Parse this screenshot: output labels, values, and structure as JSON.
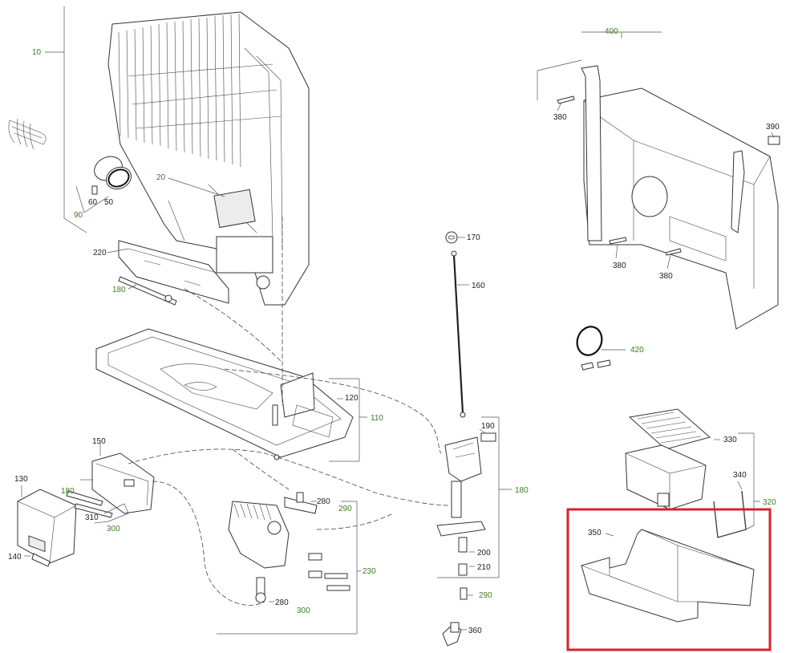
{
  "colors": {
    "dark_label": "#222222",
    "green_label": "#3e7d23",
    "highlight": "#d9232d"
  },
  "labels": {
    "l10": "10",
    "l20": "20",
    "l50": "50",
    "l60": "60",
    "l90": "90",
    "l110": "110",
    "l120": "120",
    "l130": "130",
    "l140": "140",
    "l150": "150",
    "l160": "160",
    "l170": "170",
    "l180a": "180",
    "l180b": "180",
    "l180c": "180",
    "l190": "190",
    "l200": "200",
    "l210": "210",
    "l220": "220",
    "l230": "230",
    "l280a": "280",
    "l280b": "280",
    "l290a": "290",
    "l290b": "290",
    "l300a": "300",
    "l300b": "300",
    "l310": "310",
    "l320": "320",
    "l330": "330",
    "l340": "340",
    "l350": "350",
    "l360": "360",
    "l380a": "380",
    "l380b": "380",
    "l380c": "380",
    "l390": "390",
    "l400": "400",
    "l420": "420"
  }
}
